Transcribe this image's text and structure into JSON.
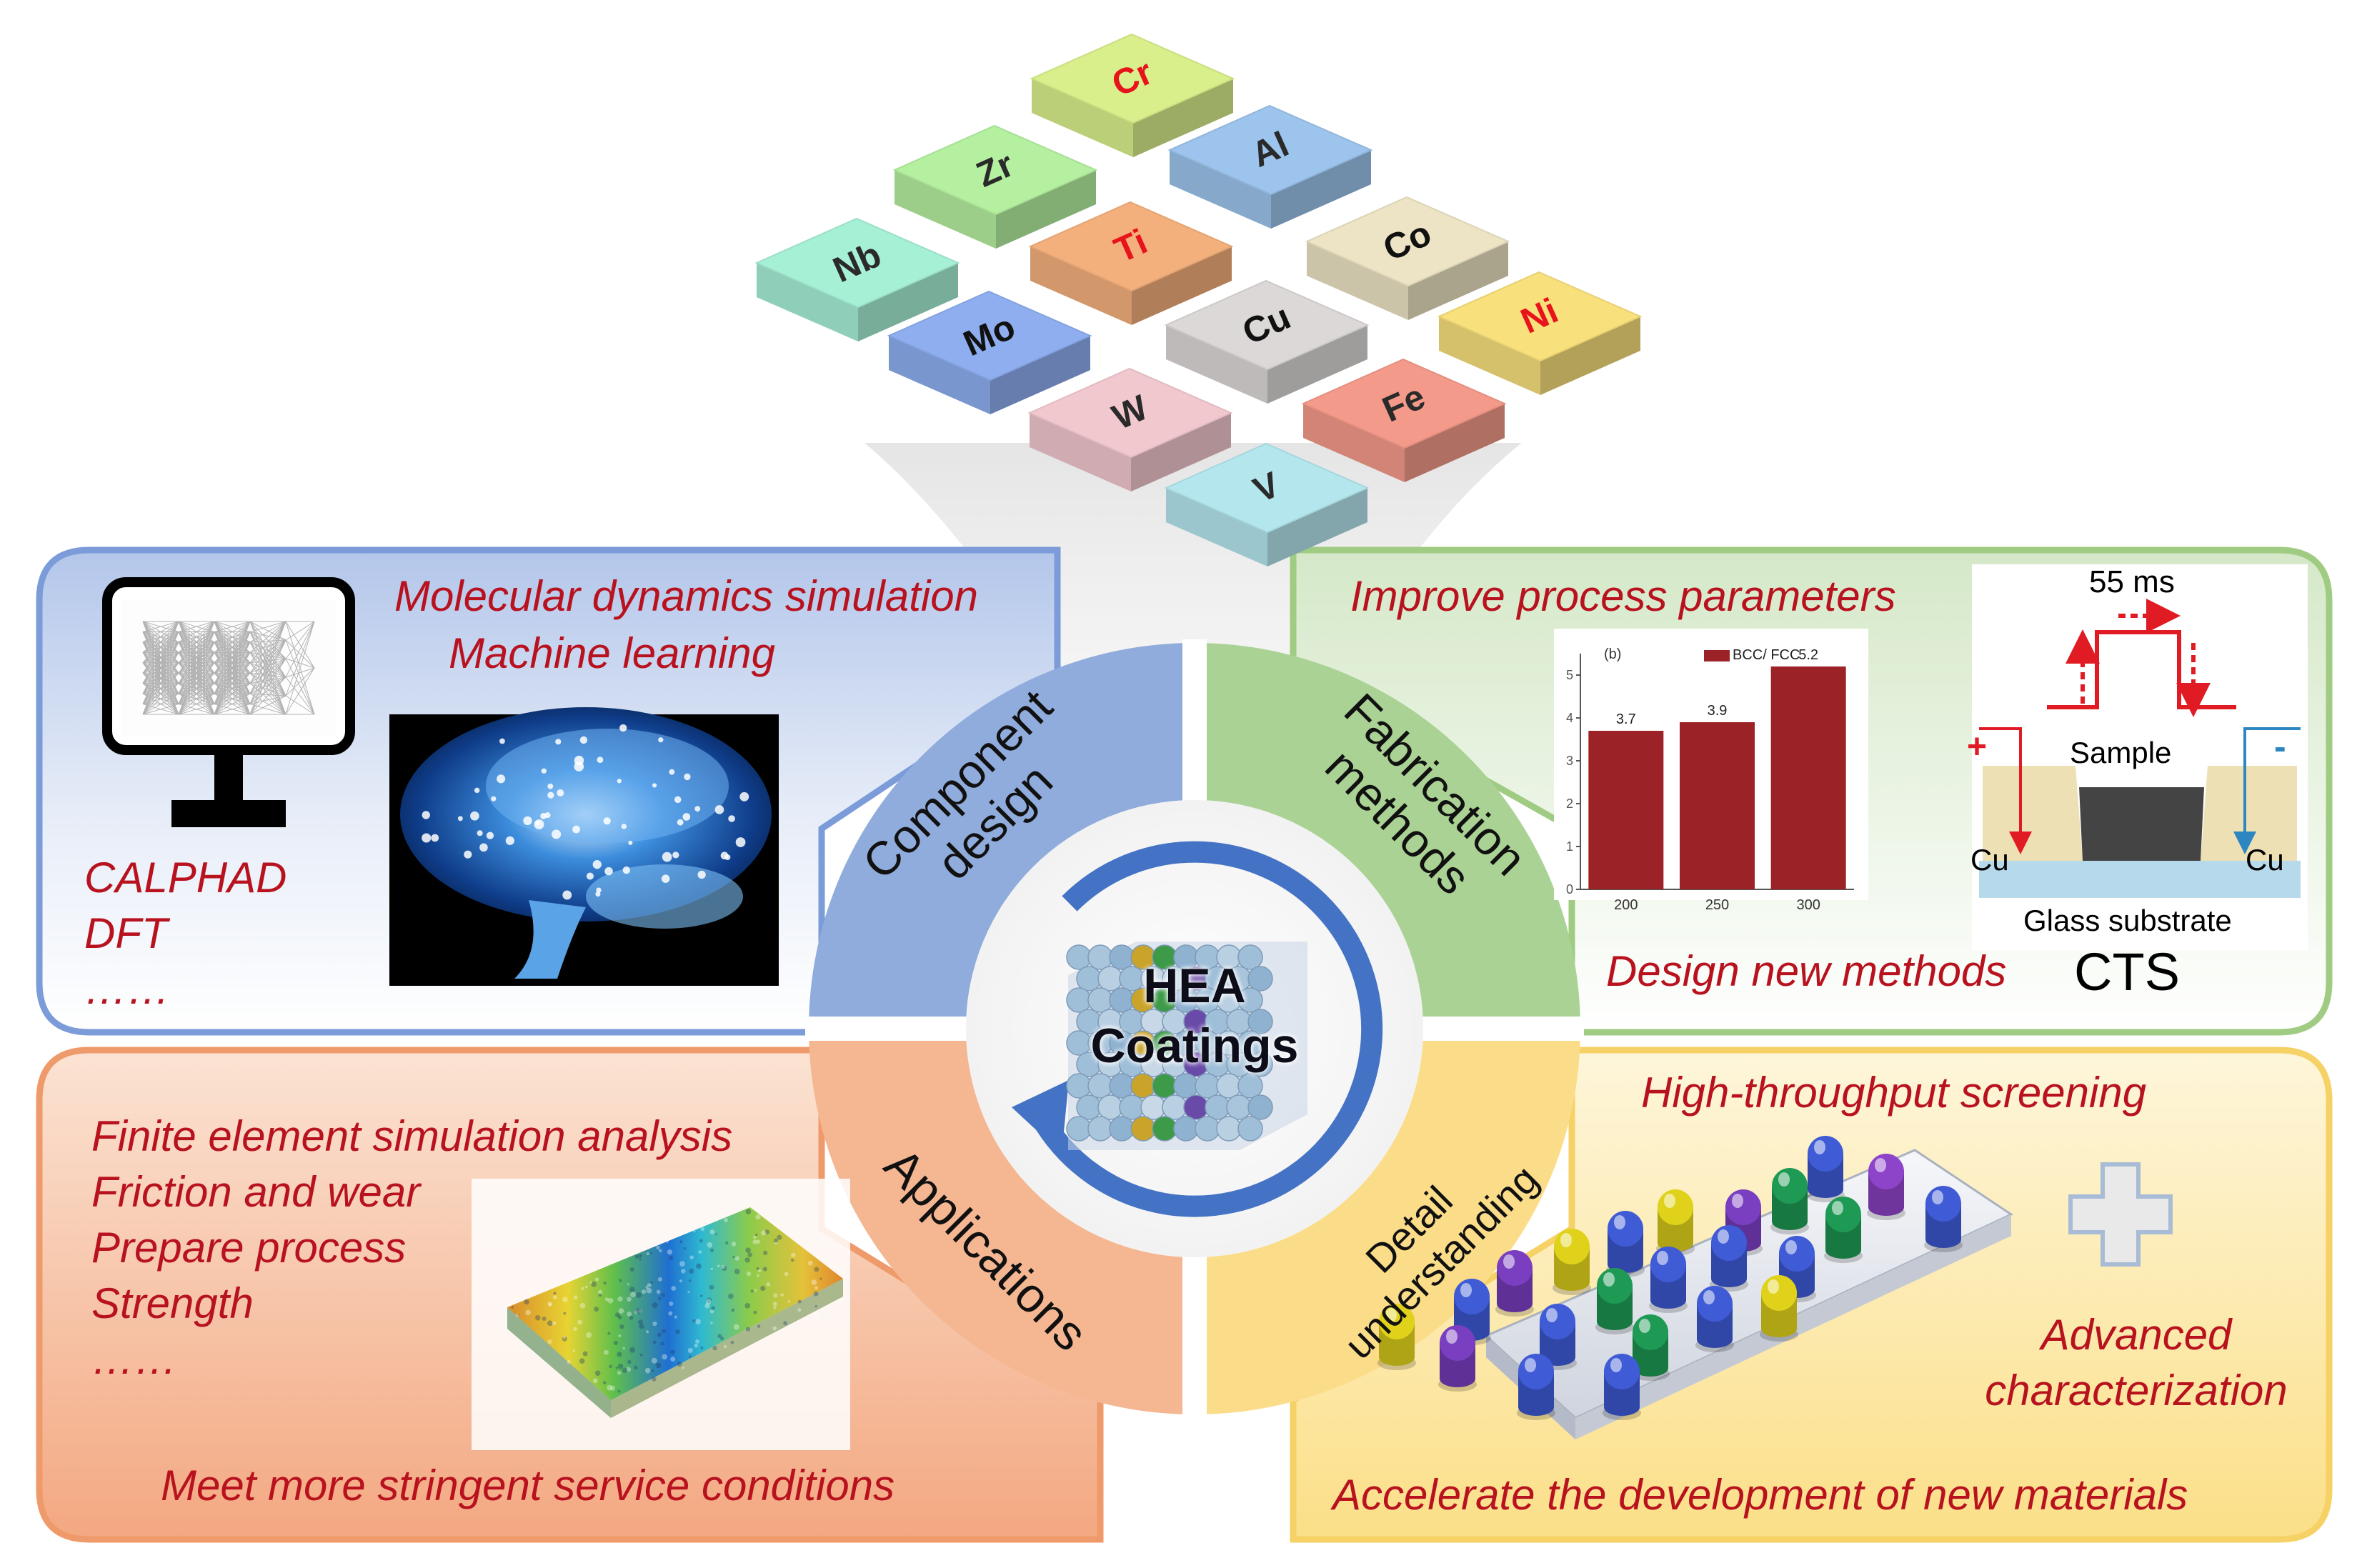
{
  "center": {
    "line1": "HEA",
    "line2": "Coatings"
  },
  "elements": [
    {
      "symbol": "Cr",
      "color": "#d9ef8b",
      "text_color": "#e8141b"
    },
    {
      "symbol": "Zr",
      "color": "#b5f0a0",
      "text_color": "#2a2a2a"
    },
    {
      "symbol": "Al",
      "color": "#9cc4ec",
      "text_color": "#2a2a2a"
    },
    {
      "symbol": "Nb",
      "color": "#a6f0d6",
      "text_color": "#2a2a2a"
    },
    {
      "symbol": "Ti",
      "color": "#f4b07c",
      "text_color": "#e8141b"
    },
    {
      "symbol": "Co",
      "color": "#ece4c4",
      "text_color": "#111111"
    },
    {
      "symbol": "Mo",
      "color": "#8eaef0",
      "text_color": "#111111"
    },
    {
      "symbol": "Cu",
      "color": "#ddd8d8",
      "text_color": "#111111"
    },
    {
      "symbol": "Ni",
      "color": "#f8e07c",
      "text_color": "#e8141b"
    },
    {
      "symbol": "W",
      "color": "#f2c8cf",
      "text_color": "#2a2a2a"
    },
    {
      "symbol": "Fe",
      "color": "#f49a8a",
      "text_color": "#2a2a2a"
    },
    {
      "symbol": "V",
      "color": "#b4e6ee",
      "text_color": "#2a2a2a"
    }
  ],
  "component_design": {
    "label_line1": "Component",
    "label_line2": "design",
    "items_top": [
      "Molecular dynamics simulation",
      "Machine learning"
    ],
    "items_left": [
      "CALPHAD",
      "DFT",
      "……"
    ]
  },
  "fabrication_methods": {
    "label_line1": "Fabrication",
    "label_line2": "methods",
    "heading": "Improve process parameters",
    "footer": "Design new methods",
    "cts_label": "CTS",
    "bar_chart": {
      "panel_tag": "(b)",
      "legend": "BCC/ FCC",
      "categories": [
        "200",
        "250",
        "300"
      ],
      "values": [
        3.7,
        3.9,
        5.2
      ],
      "value_labels": [
        "3.7",
        "3.9",
        "5.2"
      ],
      "y_ticks": [
        "0",
        "1",
        "2",
        "3",
        "4",
        "5"
      ],
      "ylim": [
        0,
        5.5
      ],
      "bar_color": "#9b2226"
    },
    "cts_diagram": {
      "time_label": "55 ms",
      "sample_label": "Sample",
      "left_electrode": "Cu",
      "right_electrode": "Cu",
      "substrate_label": "Glass substrate",
      "plus_sign": "+",
      "minus_sign": "-"
    }
  },
  "applications": {
    "label": "Applications",
    "items": [
      "Finite element simulation analysis",
      "Friction and wear",
      "Prepare process",
      "Strength",
      "……"
    ],
    "footer": "Meet more stringent service conditions"
  },
  "detail_understanding": {
    "label_line1": "Detail",
    "label_line2": "understanding",
    "heading": "High-throughput screening",
    "side_text_line1": "Advanced",
    "side_text_line2": "characterization",
    "footer": "Accelerate the development of new materials"
  }
}
